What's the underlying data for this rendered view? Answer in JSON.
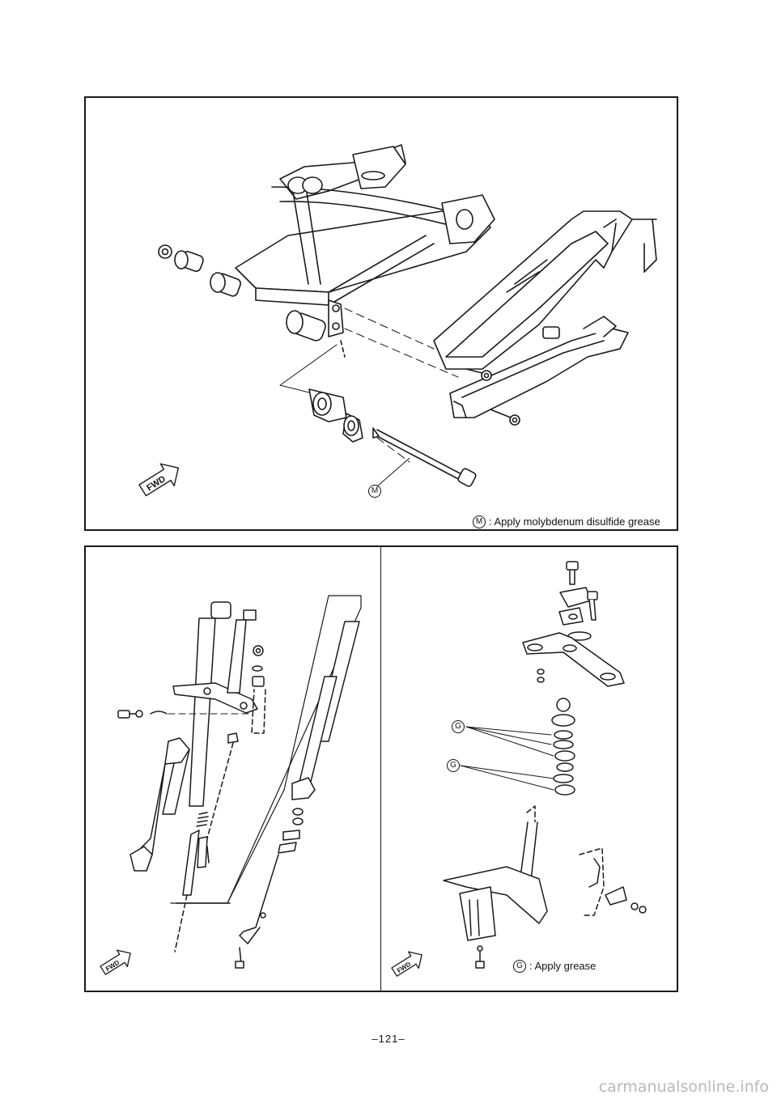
{
  "panels": {
    "swingarm": {
      "callout_mark": "M",
      "legend_mark": "M",
      "legend_text": ": Apply molybdenum disulfide grease",
      "fwd_label": "FWD"
    },
    "front_fork": {
      "fwd_label": "FWD"
    },
    "steering": {
      "callout_mark_1": "G",
      "callout_mark_2": "G",
      "legend_mark": "G",
      "legend_text": ": Apply grease",
      "fwd_label": "FWD"
    }
  },
  "footer": {
    "page_number": "–121–",
    "watermark": "carmanualsonline.info"
  }
}
